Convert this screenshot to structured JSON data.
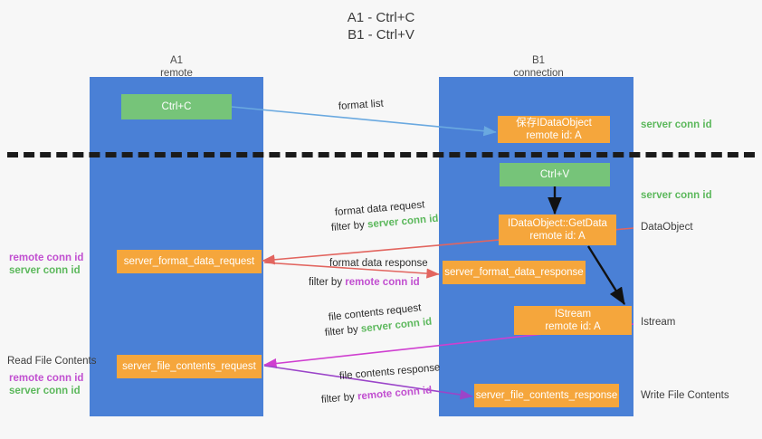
{
  "title": {
    "line1": "A1 - Ctrl+C",
    "line2": "B1 - Ctrl+V"
  },
  "columns": [
    {
      "id": "a1",
      "name": "A1",
      "sub": "remote"
    },
    {
      "id": "b1",
      "name": "B1",
      "sub": "connection"
    }
  ],
  "boxes": {
    "ctrl_c": {
      "line1": "Ctrl+C",
      "line2": "",
      "color": "#76c479"
    },
    "save_idataobject": {
      "line1": "保存IDataObject",
      "line2": "remote id: A",
      "color": "#f5a63c"
    },
    "ctrl_v": {
      "line1": "Ctrl+V",
      "line2": "",
      "color": "#76c479"
    },
    "idataobject_getdata": {
      "line1": "IDataObject::GetData",
      "line2": "remote id: A",
      "color": "#f5a63c"
    },
    "format_data_request": {
      "line1": "server_format_data_request",
      "line2": "",
      "color": "#f5a63c"
    },
    "format_data_response": {
      "line1": "server_format_data_response",
      "line2": "",
      "color": "#f5a63c"
    },
    "istream": {
      "line1": "IStream",
      "line2": "remote id: A",
      "color": "#f5a63c"
    },
    "file_contents_request": {
      "line1": "server_file_contents_request",
      "line2": "",
      "color": "#f5a63c"
    },
    "file_contents_response": {
      "line1": "server_file_contents_response",
      "line2": "",
      "color": "#f5a63c"
    }
  },
  "right_labels": {
    "server_conn_id_top": "server conn id",
    "server_conn_id_mid": "server conn id",
    "dataobject": "DataObject",
    "istream": "Istream",
    "write_file_contents": "Write File Contents"
  },
  "left_labels": {
    "remote_conn_id_1": "remote conn id",
    "server_conn_id_1": "server conn id",
    "read_file_contents": "Read File Contents",
    "remote_conn_id_2": "remote conn id",
    "server_conn_id_2": "server conn id"
  },
  "flows": {
    "format_list": "format list",
    "format_data_request": "format data request",
    "filter_by_1_prefix": "filter by ",
    "filter_by_1_value": "server conn id",
    "format_data_response": "format data response",
    "filter_by_2_prefix": "filter by ",
    "filter_by_2_value": "remote conn id",
    "file_contents_request": "file contents request",
    "filter_by_3_prefix": "filter by ",
    "filter_by_3_value": "server conn id",
    "file_contents_response": "file contents response",
    "filter_by_4_prefix": "filter by ",
    "filter_by_4_value": "remote conn id"
  },
  "colors": {
    "lane": "#4a80d6",
    "orange": "#f5a63c",
    "green_box": "#76c479",
    "green_text": "#5cb85c",
    "purple_text": "#c14fd0",
    "arrow_blue": "#6aa9e0",
    "arrow_red": "#e2655f",
    "arrow_magenta": "#cf3fd0",
    "arrow_purple": "#9b45c9",
    "arrow_black": "#111111",
    "background": "#f7f7f7"
  }
}
